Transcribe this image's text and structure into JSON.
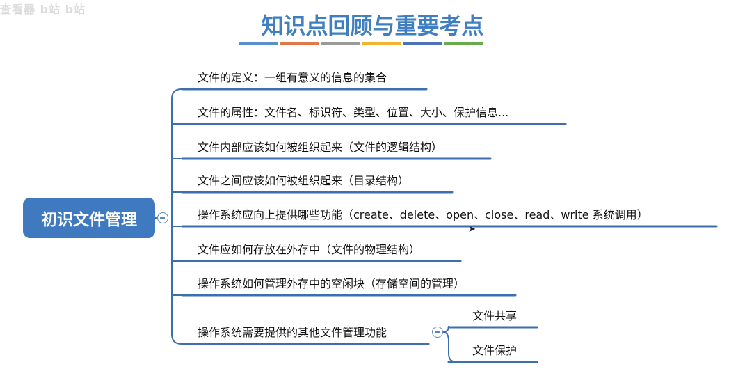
{
  "watermark": "查看器 b站 b站",
  "title": "知识点回顾与重要考点",
  "colors": {
    "title": "#3f7fc1",
    "root_fill": "#3f79bf",
    "branch_line": "#3c6eb0",
    "bar_segments": [
      "#5b8fcb",
      "#e0784a",
      "#9a9a9a",
      "#f0b431",
      "#4a72b5",
      "#6aaa4f"
    ]
  },
  "root": {
    "label": "初识文件管理"
  },
  "branches": [
    {
      "label": "文件的定义：一组有意义的信息的集合"
    },
    {
      "label": "文件的属性：文件名、标识符、类型、位置、大小、保护信息..."
    },
    {
      "label": "文件内部应该如何被组织起来（文件的逻辑结构）"
    },
    {
      "label": "文件之间应该如何被组织起来（目录结构）"
    },
    {
      "label": "操作系统应向上提供哪些功能（create、delete、open、close、read、write 系统调用）"
    },
    {
      "label": "文件应如何存放在外存中（文件的物理结构）"
    },
    {
      "label": "操作系统如何管理外存中的空闲块（存储空间的管理）"
    },
    {
      "label": "操作系统需要提供的其他文件管理功能",
      "children": [
        {
          "label": "文件共享"
        },
        {
          "label": "文件保护"
        }
      ]
    }
  ],
  "icons": {
    "collapse": "minus-circle-icon",
    "cursor": "mouse-pointer-icon"
  }
}
